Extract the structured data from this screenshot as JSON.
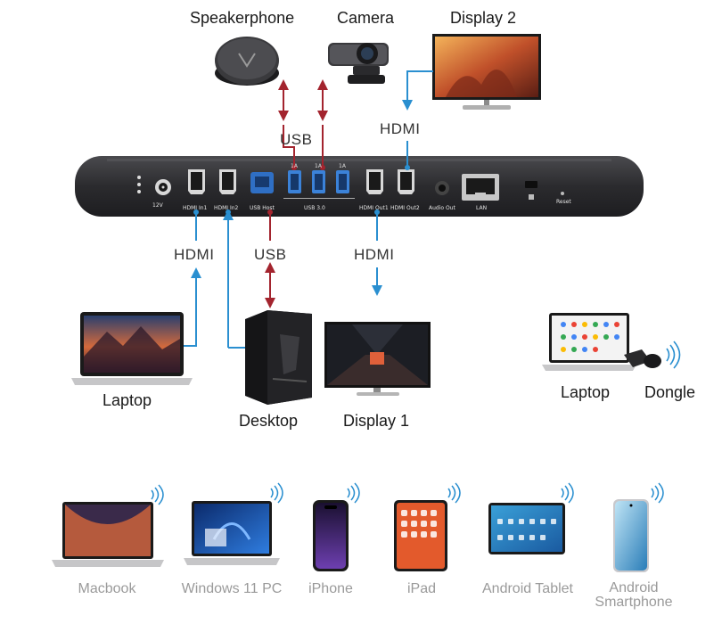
{
  "labels": {
    "speakerphone": "Speakerphone",
    "camera": "Camera",
    "display2": "Display 2",
    "laptop_left": "Laptop",
    "desktop": "Desktop",
    "display1": "Display 1",
    "laptop_right": "Laptop",
    "dongle": "Dongle"
  },
  "connections": {
    "usb_top": "USB",
    "hdmi_top": "HDMI",
    "hdmi_left": "HDMI",
    "usb_bottom": "USB",
    "hdmi_bottom": "HDMI"
  },
  "dock_ports": {
    "power": "12V",
    "hdmi_in1": "HDMI In1",
    "hdmi_in2": "HDMI In2",
    "usb_host": "USB Host",
    "usb30": "USB 3.0",
    "hdmi_out1": "HDMI Out1",
    "hdmi_out2": "HDMI Out2",
    "audio_out": "Audio Out",
    "lan": "LAN",
    "reset": "Reset",
    "usb_amp": "1A"
  },
  "devices": [
    {
      "name": "Macbook"
    },
    {
      "name": "Windows 11 PC"
    },
    {
      "name": "iPhone"
    },
    {
      "name": "iPad"
    },
    {
      "name": "Android Tablet"
    },
    {
      "name": "Android Smartphone"
    }
  ],
  "colors": {
    "usb_line": "#a3242e",
    "hdmi_line": "#2a8fd0",
    "dock": "#2b2b2e"
  }
}
